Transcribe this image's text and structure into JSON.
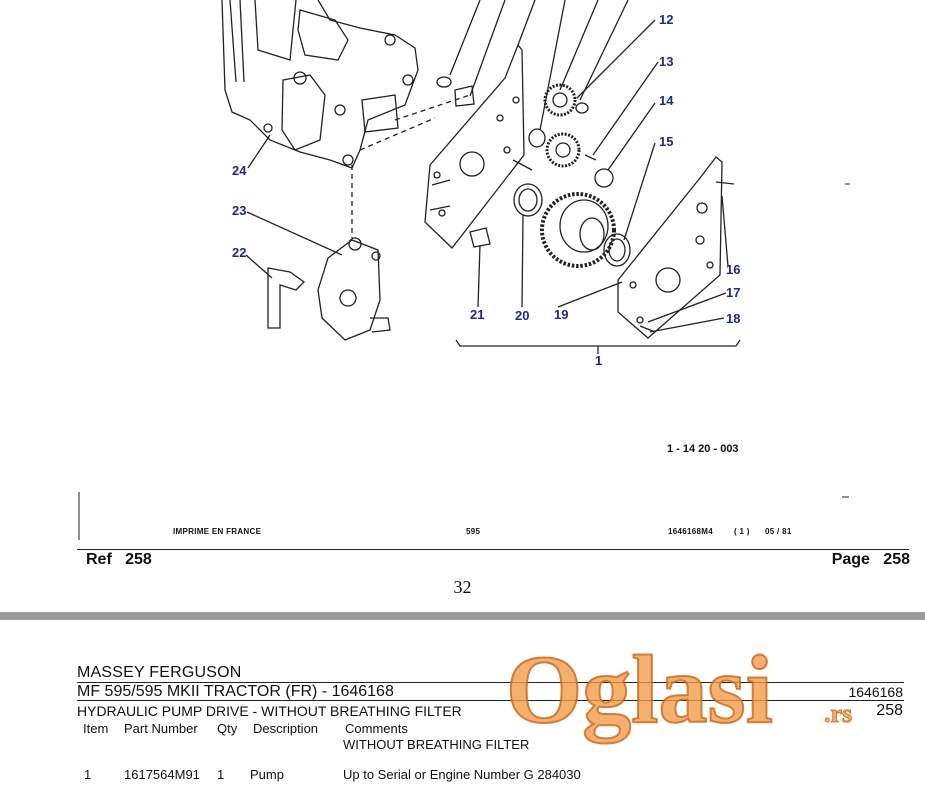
{
  "diagram": {
    "callouts": [
      "12",
      "13",
      "14",
      "15",
      "16",
      "17",
      "18",
      "1",
      "19",
      "20",
      "21",
      "22",
      "23",
      "24"
    ],
    "drawing_code": "1 - 14 20 - 003",
    "footer": {
      "printed": "IMPRIME EN FRANCE",
      "model": "595",
      "part_ref": "1646168M4",
      "sheet": "( 1 )",
      "date": "05 / 81"
    }
  },
  "ref_bar": {
    "ref_label": "Ref",
    "ref_value": "258",
    "page_label": "Page",
    "page_value": "258"
  },
  "page_number": "32",
  "parts_page": {
    "brand": "MASSEY FERGUSON",
    "model_line": "MF 595/595 MKII TRACTOR (FR) - 1646168",
    "section": "HYDRAULIC PUMP DRIVE - WITHOUT BREATHING FILTER",
    "code_right": "1646168",
    "ref_right": "258",
    "columns": [
      "Item",
      "Part Number",
      "Qty",
      "Description",
      "Comments"
    ],
    "comment_note": "WITHOUT BREATHING FILTER",
    "rows": [
      {
        "item": "1",
        "part_number": "1617564M91",
        "qty": "1",
        "description": "Pump",
        "comments": "Up to Serial or Engine Number G 284030"
      }
    ]
  },
  "watermark": {
    "text": "Oglasi",
    "suffix": ".rs",
    "color": "#e8892d"
  }
}
